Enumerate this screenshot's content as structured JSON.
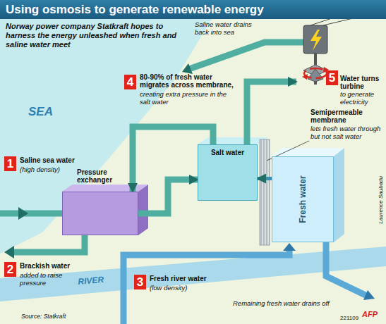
{
  "diagram": {
    "title": "Using osmosis to generate renewable energy",
    "caption": "Norway power company Statkraft hopes to harness the energy unleashed when fresh and saline water meet",
    "nodes": [
      {
        "text": [
          "Pressure exchanger"
        ]
      },
      {
        "text": [
          "Salt water"
        ]
      },
      {
        "text": [
          "Fresh water"
        ]
      },
      {
        "text": [
          "Water turns turbine",
          "to generate electricity"
        ]
      }
    ],
    "edges": [
      {
        "from": 0,
        "to": 1,
        "arrow": "to"
      },
      {
        "from": 1,
        "to": 0,
        "arrow": "to"
      },
      {
        "from": 2,
        "to": 1,
        "arrow": "to"
      },
      {
        "from": 1,
        "to": 3,
        "arrow": "to"
      }
    ],
    "labels": [
      "SEA",
      "1",
      "Saline sea water",
      "(high density)",
      "2",
      "Brackish water",
      "added to raise pressure",
      "3",
      "Fresh river water",
      "(low density)",
      "RIVER",
      "4",
      "80-90% of fresh water migrates across membrane,",
      "creating extra pressure in the salt water",
      "5",
      "Saline water drains back into sea",
      "Semipermeable membrane",
      "lets fresh water through but not salt water",
      "Remaining fresh water drains off",
      "Source: Statkraft",
      "Laurence Saubadu",
      "221109",
      "AFP"
    ]
  }
}
